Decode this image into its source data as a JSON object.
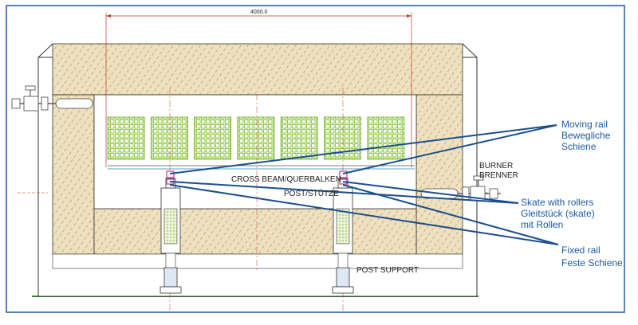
{
  "dimension": {
    "width_label": "4000.0"
  },
  "labels": {
    "cross_beam": "CROSS BEAM/QUERBALKEN",
    "post": "POST/STÜTZE",
    "post_support": "POST SUPPORT",
    "burner_en": "BURNER",
    "burner_de": "BRENNER"
  },
  "callouts": {
    "moving_rail": {
      "line1": "Moving rail",
      "line2": "Bewegliche",
      "line3": "Schiene"
    },
    "skate": {
      "line1": "Skate with rollers",
      "line2": "Gleitstück (skate)",
      "line3": "mit Rollen"
    },
    "fixed_rail": {
      "line1": "Fixed rail",
      "line2": "Feste Schiene"
    }
  },
  "colors": {
    "frame": "#1a5aa6",
    "callout_text": "#1a5aa6",
    "leader": "#1a4f8f",
    "refractory_fill": "#efe1bf",
    "refractory_hatch": "#a8915c",
    "load_grid": "#8cc63f",
    "ground": "#3a8a2a",
    "dimension": "#c0392b"
  }
}
